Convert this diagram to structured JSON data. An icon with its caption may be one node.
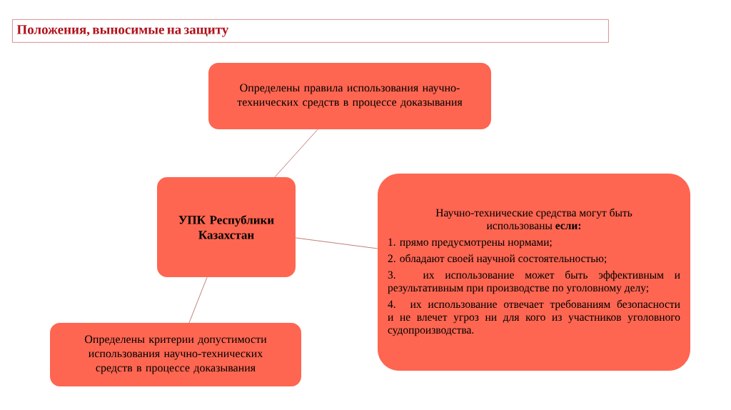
{
  "diagram": {
    "title": "Положения, выносимые на защиту",
    "nodes": [
      {
        "text": [
          "Определены правила использования научно-технических средств в процессе доказывания"
        ]
      },
      {
        "text": [
          "УПК Республики Казахстан"
        ]
      },
      {
        "text": [
          "Научно-технические средства могут быть использованы **если:**",
          "1. прямо предусмотрены нормами;",
          "2. обладают своей научной состоятельностью;",
          "3. их использование может быть эффективным и результативным при производстве по уголовному делу;",
          "4. их использование отвечает требованиям безопасности и не влечет угроз ни для кого из участников уголовного судопроизводства."
        ]
      },
      {
        "text": [
          "Определены критерии допустимости использования научно-технических средств в процессе доказывания"
        ]
      }
    ],
    "edges": [
      {
        "from": 1,
        "to": 0,
        "arrow": "none"
      },
      {
        "from": 1,
        "to": 2,
        "arrow": "none"
      },
      {
        "from": 1,
        "to": 3,
        "arrow": "none"
      }
    ]
  }
}
